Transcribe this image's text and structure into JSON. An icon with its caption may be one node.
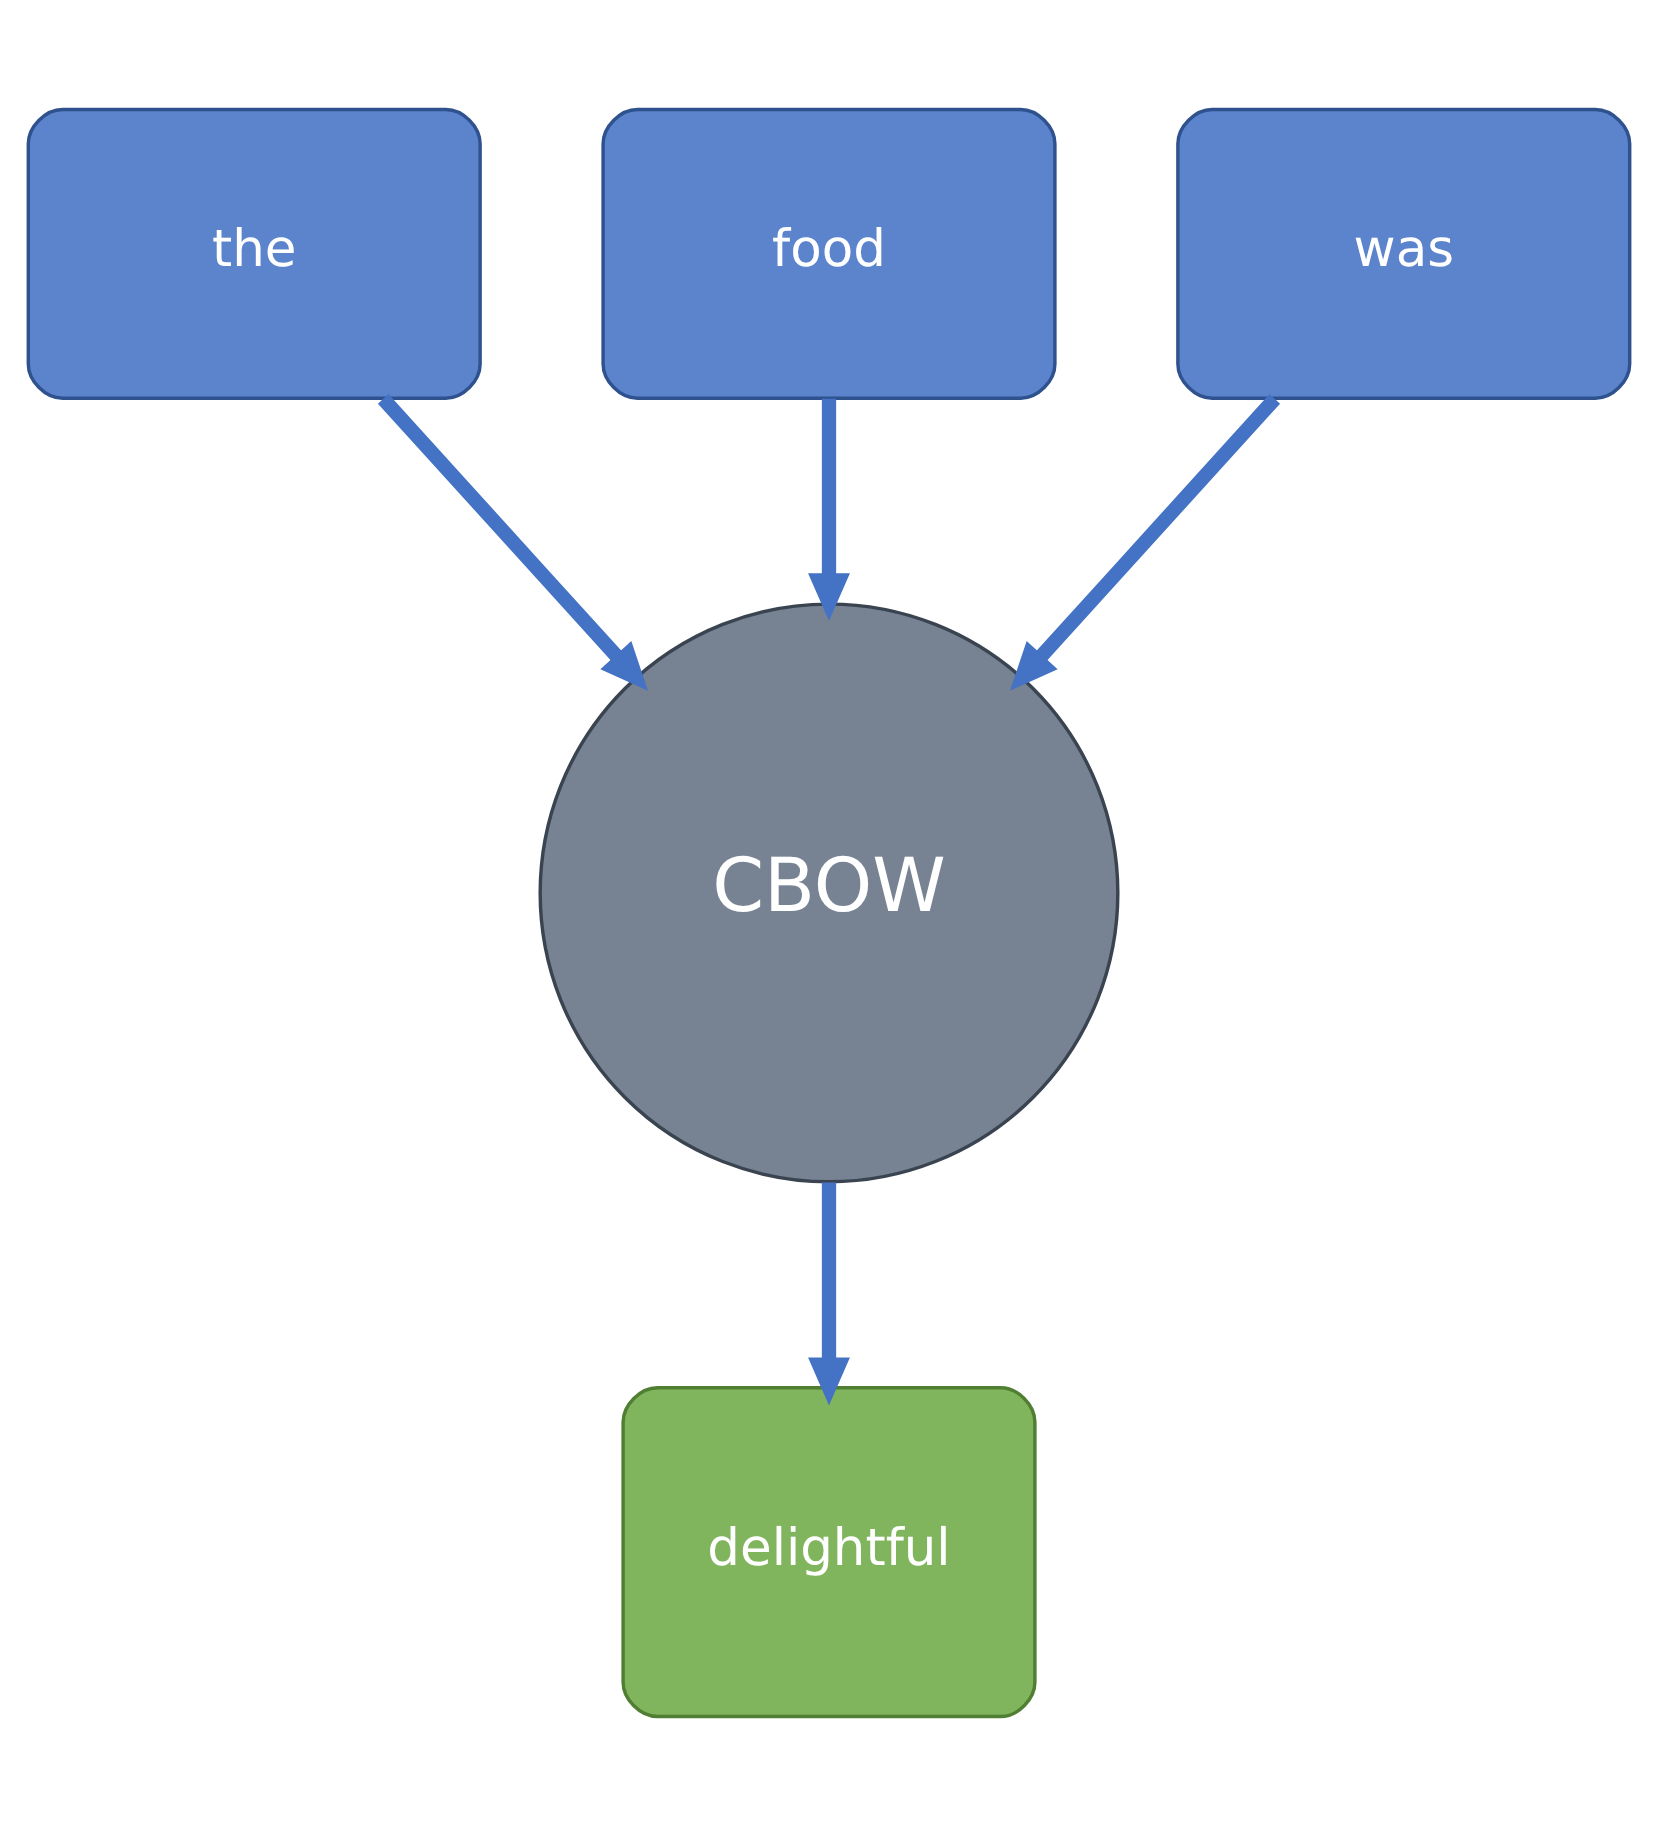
{
  "diagram": {
    "nodes": [
      {
        "text": [
          "the"
        ]
      },
      {
        "text": [
          "food"
        ]
      },
      {
        "text": [
          "was"
        ]
      },
      {
        "text": [
          "CBOW"
        ]
      },
      {
        "text": [
          "delightful"
        ]
      }
    ],
    "edges": [
      {
        "from": 0,
        "to": 3,
        "arrow": "to"
      },
      {
        "from": 1,
        "to": 3,
        "arrow": "to"
      },
      {
        "from": 2,
        "to": 3,
        "arrow": "to"
      },
      {
        "from": 3,
        "to": 4,
        "arrow": "to"
      }
    ]
  }
}
